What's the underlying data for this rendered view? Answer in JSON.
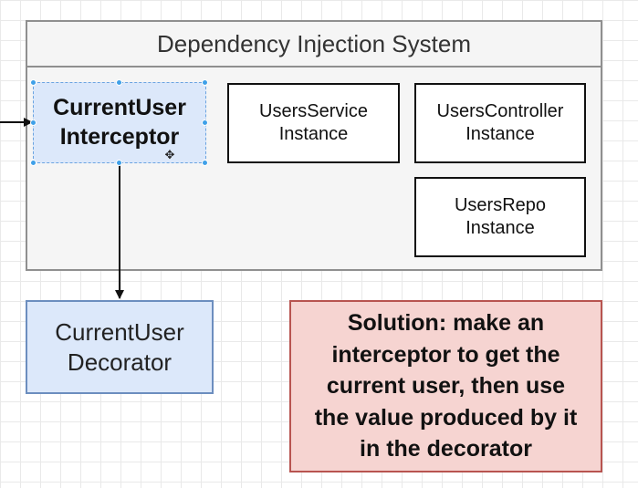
{
  "diagram": {
    "container": {
      "title": "Dependency Injection System"
    },
    "nodes": {
      "current_user_interceptor": {
        "line1": "CurrentUser",
        "line2": "Interceptor"
      },
      "users_service": {
        "line1": "UsersService",
        "line2": "Instance"
      },
      "users_controller": {
        "line1": "UsersController",
        "line2": "Instance"
      },
      "users_repo": {
        "line1": "UsersRepo",
        "line2": "Instance"
      },
      "current_user_decorator": {
        "line1": "CurrentUser",
        "line2": "Decorator"
      },
      "solution_note": {
        "lines": [
          "Solution: make an",
          "interceptor to get the",
          "current user, then use",
          "the value produced by it",
          "in the decorator"
        ]
      }
    },
    "colors": {
      "container_fill": "#f5f5f5",
      "container_border": "#8f8f8f",
      "blue_fill": "#dce8fa",
      "blue_border": "#6c8ebf",
      "red_fill": "#f6d4d1",
      "red_border": "#b85450",
      "selection_handle": "#3fa0e8"
    },
    "icons": {
      "move_cursor": "✥"
    }
  }
}
